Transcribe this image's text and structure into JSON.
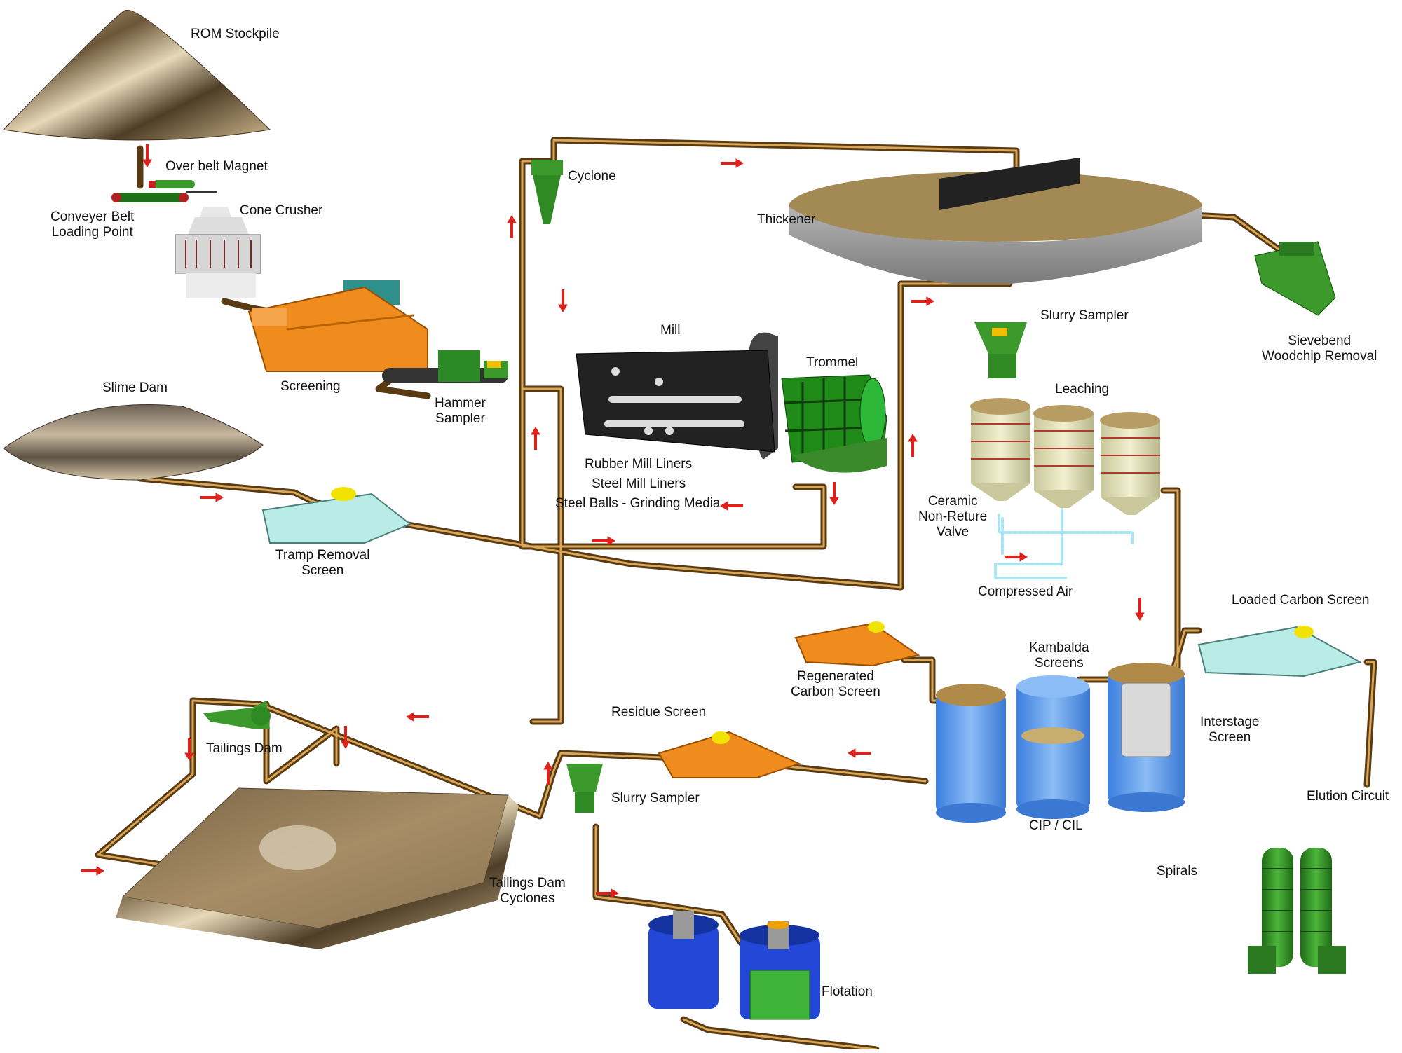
{
  "colors": {
    "pipe_dark": "#5a3a12",
    "pipe_light": "#c99a45",
    "arrow": "#e0201b",
    "green": "#3c9a2c",
    "orange": "#f08c1e",
    "aqua": "#b9ece6",
    "blue": "#4f8fe6",
    "thickener": "#9a9a9a",
    "air_line": "#a9e4f2",
    "flotation_blue": "#2347d6"
  },
  "labels": {
    "rom_stockpile": "ROM Stockpile",
    "over_belt_magnet": "Over belt Magnet",
    "conveyor_belt": "Conveyer Belt\nLoading Point",
    "cone_crusher": "Cone Crusher",
    "screening": "Screening",
    "hammer_sampler": "Hammer\nSampler",
    "slime_dam": "Slime Dam",
    "tramp_removal_screen": "Tramp Removal\nScreen",
    "cyclone": "Cyclone",
    "mill": "Mill",
    "trommel": "Trommel",
    "rubber_mill_liners": "Rubber Mill Liners",
    "steel_mill_liners": "Steel Mill Liners",
    "steel_balls": "Steel Balls - Grinding Media",
    "thickener": "Thickener",
    "slurry_sampler_top": "Slurry Sampler",
    "sievebend": "Sievebend\nWoodchip Removal",
    "leaching": "Leaching",
    "ceramic_valve": "Ceramic\nNon-Reture\nValve",
    "compressed_air": "Compressed Air",
    "loaded_carbon_screen": "Loaded Carbon Screen",
    "kambalda_screens": "Kambalda\nScreens",
    "regenerated_carbon_screen": "Regenerated\nCarbon Screen",
    "interstage_screen": "Interstage\nScreen",
    "elution_circuit": "Elution Circuit",
    "cip_cil": "CIP / CIL",
    "residue_screen": "Residue Screen",
    "slurry_sampler_bottom": "Slurry Sampler",
    "tailings_dam": "Tailings Dam",
    "tailings_dam_cyclones": "Tailings Dam\nCyclones",
    "spirals": "Spirals",
    "flotation": "Flotation"
  }
}
